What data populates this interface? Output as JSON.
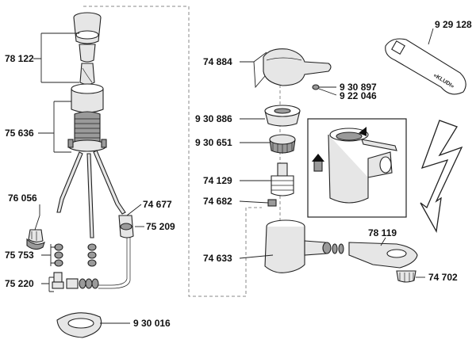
{
  "labels": {
    "p78122": "78 122",
    "p75636": "75 636",
    "p76056": "76 056",
    "p74677": "74 677",
    "p75209": "75 209",
    "p75753": "75 753",
    "p75220": "75 220",
    "p930016": "9 30 016",
    "p74884": "74 884",
    "p930897": "9 30 897",
    "p922046": "9 22 046",
    "p930886": "9 30 886",
    "p930651": "9 30 651",
    "p74129": "74 129",
    "p74682": "74 682",
    "p74633": "74 633",
    "p929128": "9 29 128",
    "p78119": "78 119",
    "p74702": "74 702",
    "wrench_text": "«KLUDI»"
  },
  "colors": {
    "line": "#222222",
    "fill_light": "#e6e6e6",
    "fill_dark": "#9a9a9a",
    "dash": "#8a8a8a"
  }
}
